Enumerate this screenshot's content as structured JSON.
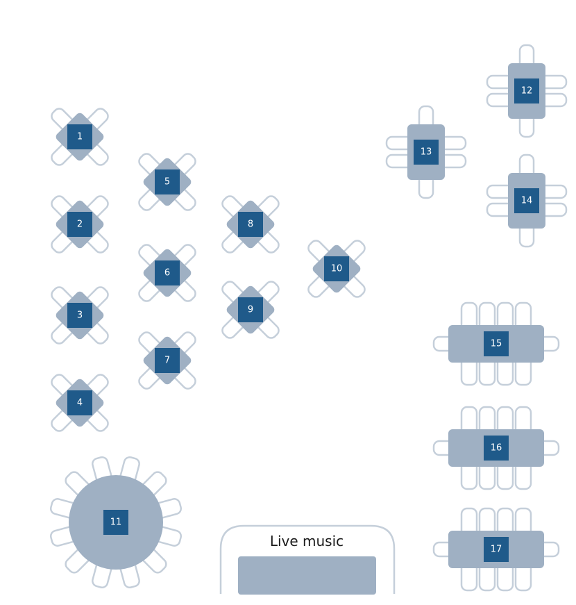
{
  "floor_plan": {
    "colors": {
      "background": "#ffffff",
      "table_fill": "#9fb0c3",
      "chair_stroke": "#c5cfda",
      "chair_fill": "#ffffff",
      "number_badge": "#1f5a8a",
      "number_text": "#ffffff"
    },
    "tables": [
      {
        "number": "1",
        "shape": "diamond-4"
      },
      {
        "number": "2",
        "shape": "diamond-4"
      },
      {
        "number": "3",
        "shape": "diamond-4"
      },
      {
        "number": "4",
        "shape": "diamond-4"
      },
      {
        "number": "5",
        "shape": "diamond-4"
      },
      {
        "number": "6",
        "shape": "diamond-4"
      },
      {
        "number": "7",
        "shape": "diamond-4"
      },
      {
        "number": "8",
        "shape": "diamond-4"
      },
      {
        "number": "9",
        "shape": "diamond-4"
      },
      {
        "number": "10",
        "shape": "diamond-4"
      },
      {
        "number": "11",
        "shape": "round-12"
      },
      {
        "number": "12",
        "shape": "rect-6"
      },
      {
        "number": "13",
        "shape": "rect-6"
      },
      {
        "number": "14",
        "shape": "rect-6"
      },
      {
        "number": "15",
        "shape": "long-10"
      },
      {
        "number": "16",
        "shape": "long-10"
      },
      {
        "number": "17",
        "shape": "long-10"
      }
    ],
    "stage": {
      "label": "Live music"
    }
  }
}
